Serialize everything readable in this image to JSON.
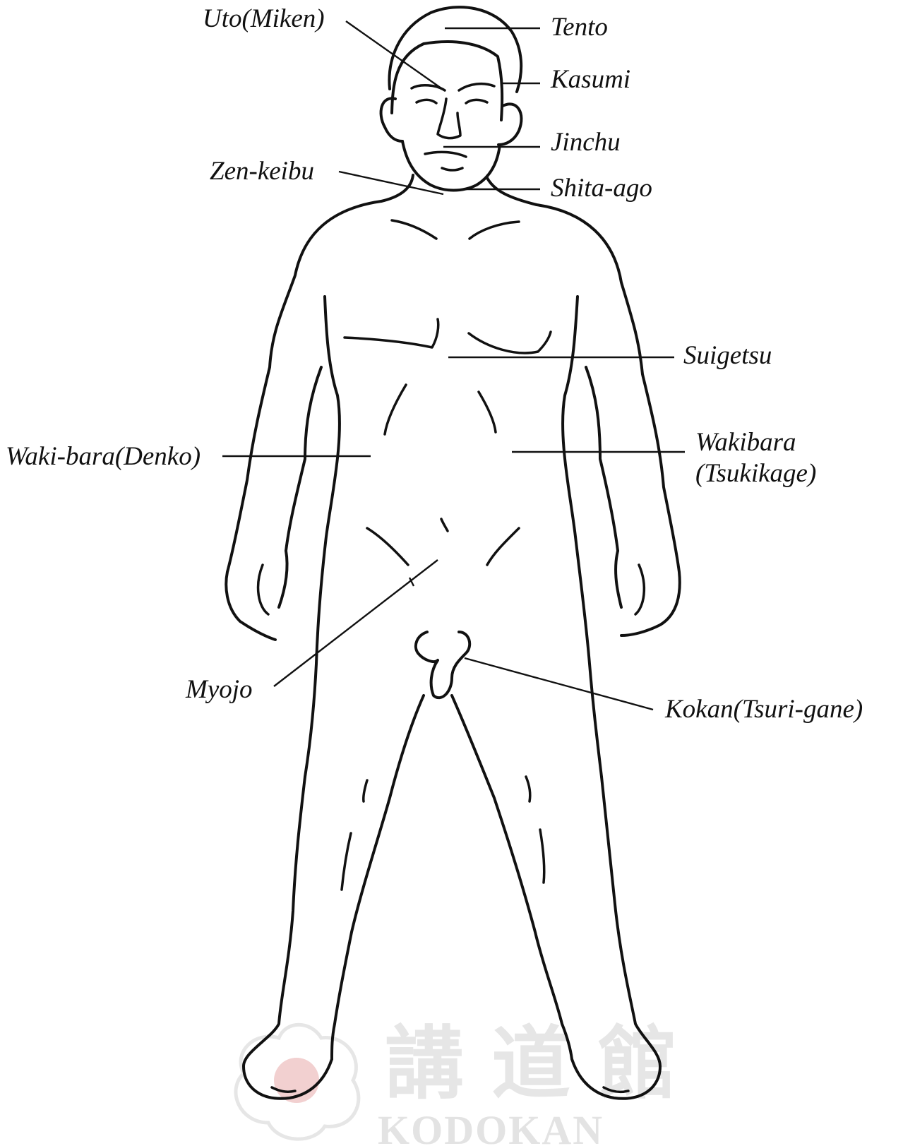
{
  "labels": {
    "uto": "Uto(Miken)",
    "tento": "Tento",
    "kasumi": "Kasumi",
    "jinchu": "Jinchu",
    "zen_keibu": "Zen-keibu",
    "shita_ago": "Shita-ago",
    "suigetsu": "Suigetsu",
    "waki_bara": "Waki-bara(Denko)",
    "wakibara": "Wakibara",
    "tsukikage": "(Tsukikage)",
    "myojo": "Myojo",
    "kokan": "Kokan(Tsuri-gane)"
  },
  "watermark": {
    "kanji": "講 道 館",
    "text": "KODOKAN",
    "logo_color": "#f2d0d0"
  },
  "colors": {
    "ink": "#111111",
    "background": "#ffffff",
    "watermark": "#e4e4e4"
  }
}
